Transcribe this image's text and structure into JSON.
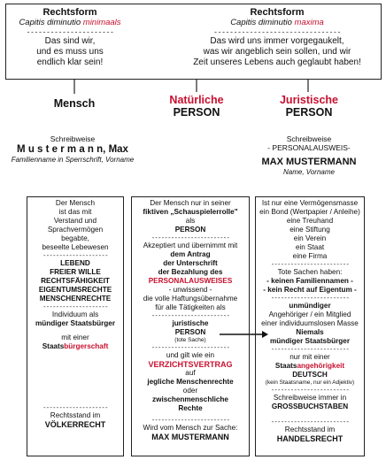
{
  "header": {
    "left": {
      "title": "Rechtsform",
      "subtitle_prefix": "Capitis diminutio ",
      "subtitle_emph": "minimaals",
      "dashes": "- - - - - - - - - - - - - - - - - - - - - -",
      "lines": [
        "Das sind wir,",
        "und es muss uns",
        "endlich klar sein!"
      ]
    },
    "right": {
      "title": "Rechtsform",
      "subtitle_prefix": "Capitis diminutio ",
      "subtitle_emph": "maxima",
      "dashes": "- - - - - - - - - - - - - - - - - - - - - - - - - - - - - - - -",
      "lines": [
        "Das wird uns immer vorgegaukelt,",
        "was wir angeblich sein sollen, und wir",
        "Zeit unseres Lebens auch geglaubt haben!"
      ]
    }
  },
  "columns": {
    "left": {
      "title": [
        "Mensch"
      ],
      "schreibweise": "Schreibweise",
      "name": "M u s t e r m a n n, Max",
      "note": "Familienname in Sperrschrift, Vorname"
    },
    "middle": {
      "title": [
        "Natürliche",
        "PERSON"
      ]
    },
    "right": {
      "title": [
        "Juristische",
        "PERSON"
      ],
      "schreibweise": "Schreibweise",
      "label": "- PERSONALAUSWEIS-",
      "name": "MAX MUSTERMANN",
      "note": "Name, Vorname"
    }
  },
  "boxes": {
    "left": {
      "intro": [
        "Der Mensch",
        "ist das mit",
        "Verstand und",
        "Sprachvermögen",
        "begabte,",
        "beseelte Lebewesen"
      ],
      "bold": [
        "LEBEND",
        "FREIER WILLE",
        "RECHTSFÄHIGKEIT",
        "EIGENTUMSRECHTE",
        "MENSCHENRECHTE"
      ],
      "individuum": [
        "Individuum als"
      ],
      "muendig": "mündiger Staatsbürger",
      "mit": "mit einer",
      "staats_prefix": "Staats",
      "staats_emph": "bürgerschaft",
      "rechtsstand": "Rechtsstand im",
      "recht": "VÖLKERRECHT"
    },
    "middle": {
      "l1": "Der Mensch nur in seiner",
      "l2_bold": "fiktiven „Schauspielerrolle\"",
      "l3": "als",
      "l4": "PERSON",
      "l5": "Akzeptiert und übernimmt mit",
      "l6": [
        "dem Antrag",
        "der Unterschrift",
        "der Bezahlung des"
      ],
      "l7": "PERSONALAUSWEISES",
      "l8": "- unwissend -",
      "l9": [
        "die volle Haftungsübernahme",
        "für alle Tätigkeiten als"
      ],
      "l10": [
        "juristische",
        "PERSON"
      ],
      "l11": "(tote Sache)",
      "l12": "und gilt wie ein",
      "l13": "VERZICHTSVERTRAG",
      "l14": "auf",
      "l15": [
        "jegliche Menschenrechte",
        "oder",
        "zwischenmenschliche",
        "Rechte"
      ],
      "l16": "Wird vom Mensch zur Sache:",
      "l17": "MAX MUSTERMANN"
    },
    "right": {
      "intro": [
        "Ist nur eine Vermögensmasse",
        "ein Bond (Wertpapier / Anleihe)",
        "eine Treuhand",
        "eine Stiftung",
        "ein Verein",
        "ein Staat",
        "eine Firma"
      ],
      "tote": "Tote Sachen haben:",
      "keine": [
        "- keinen Familiennamen -",
        "- kein Recht auf Eigentum -"
      ],
      "unmuendig": "unmündiger",
      "angeh": [
        "Angehöriger / ein Mitglied",
        "einer individuumslosen Masse"
      ],
      "niemals": [
        "Niemals",
        "mündiger Staatsbürger"
      ],
      "nur": "nur mit einer",
      "staats_prefix": "Staats",
      "staats_emph": "angehörigkeit",
      "deutsch": "DEUTSCH",
      "deutsch_note": "(kein Staatsname, nur ein Adjektiv)",
      "schreib": "Schreibweise immer in",
      "gross": "GROSSBUCHSTABEN",
      "rechtsstand": "Rechtsstand im",
      "recht": "HANDELSRECHT"
    }
  },
  "dashes": {
    "short": "- - - - - - - - - - - - - - - - - - - -",
    "long": "- - - - - - - - - - - - - - - - - - - - - - - -"
  }
}
